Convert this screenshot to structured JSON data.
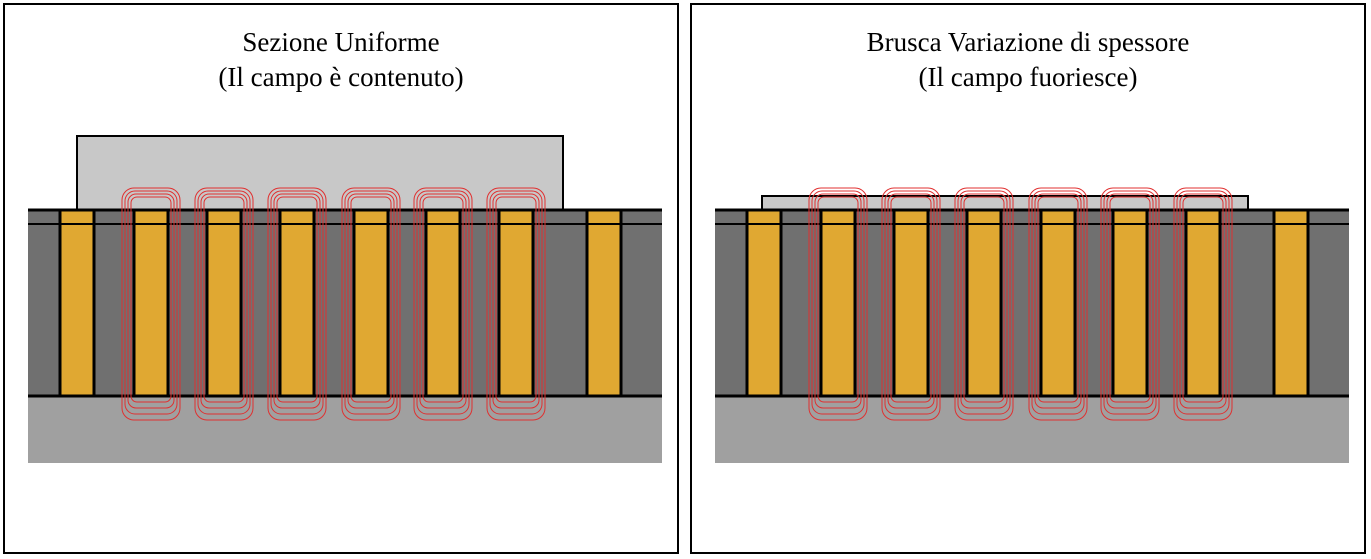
{
  "panels": {
    "left": {
      "title_line1": "Sezione Uniforme",
      "title_line2": "(Il campo è contenuto)"
    },
    "right": {
      "title_line1": "Brusca Variazione di spessore",
      "title_line2": "(Il campo fuoriesce)"
    }
  },
  "colors": {
    "conductor": "#E0A832",
    "dielectric": "#707070",
    "substrate": "#A0A0A0",
    "top_layer": "#C8C8C8",
    "field_lines": "#E03030",
    "outline": "#000000"
  }
}
